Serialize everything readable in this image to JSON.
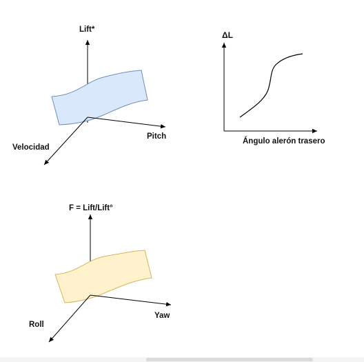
{
  "diagram1": {
    "axis_lift": "Lift*",
    "axis_velocity": "Velocidad",
    "axis_pitch": "Pitch",
    "wing_fill": "#dae8fc",
    "wing_stroke": "#6c8ebf"
  },
  "graph": {
    "ylabel": "ΔL",
    "xlabel": "Ángulo alerón trasero"
  },
  "diagram2": {
    "axis_f": "F = Lift/Lift°",
    "axis_yaw": "Yaw",
    "axis_roll": "Roll",
    "wing_fill": "#fff2cc",
    "wing_stroke": "#d6b656"
  }
}
